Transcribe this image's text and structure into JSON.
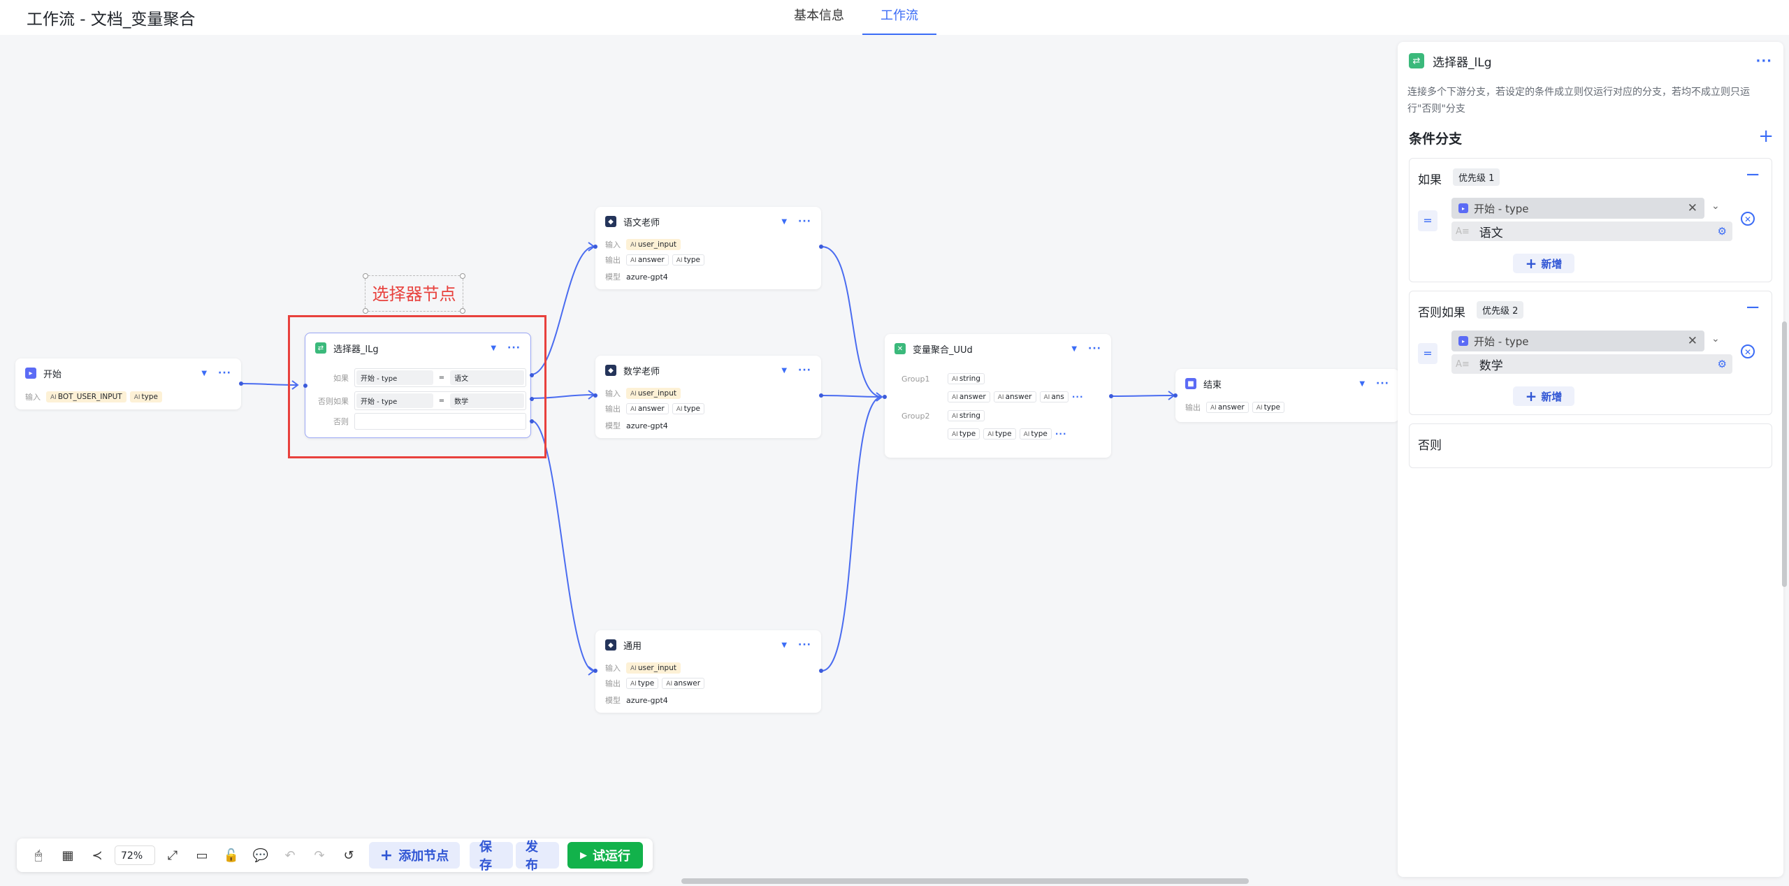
{
  "header": {
    "title": "工作流 - 文档_变量聚合",
    "tabs": [
      {
        "label": "基本信息",
        "active": false
      },
      {
        "label": "工作流",
        "active": true
      }
    ]
  },
  "annotation": {
    "text": "选择器节点",
    "color": "#e8413d"
  },
  "nodes": {
    "start": {
      "title": "开始",
      "input_label": "输入",
      "inputs": [
        "BOT_USER_INPUT",
        "type"
      ]
    },
    "selector": {
      "title": "选择器_lLg",
      "if_label": "如果",
      "if_var": "开始 - type",
      "if_op": "=",
      "if_val": "语文",
      "elif_label": "否则如果",
      "elif_var": "开始 - type",
      "elif_op": "=",
      "elif_val": "数学",
      "else_label": "否则"
    },
    "chinese": {
      "title": "语文老师",
      "input_label": "输入",
      "input": "user_input",
      "output_label": "输出",
      "outputs": [
        "answer",
        "type"
      ],
      "model_label": "模型",
      "model": "azure-gpt4"
    },
    "math": {
      "title": "数学老师",
      "input_label": "输入",
      "input": "user_input",
      "output_label": "输出",
      "outputs": [
        "answer",
        "type"
      ],
      "model_label": "模型",
      "model": "azure-gpt4"
    },
    "general": {
      "title": "通用",
      "input_label": "输入",
      "input": "user_input",
      "output_label": "输出",
      "outputs": [
        "type",
        "answer"
      ],
      "model_label": "模型",
      "model": "azure-gpt4"
    },
    "aggregate": {
      "title": "变量聚合_UUd",
      "group1": "Group1",
      "group1_type": "string",
      "group1_vars": [
        "answer",
        "answer",
        "ans"
      ],
      "group2": "Group2",
      "group2_type": "string",
      "group2_vars": [
        "type",
        "type",
        "type"
      ]
    },
    "end": {
      "title": "结束",
      "output_label": "输出",
      "outputs": [
        "answer",
        "type"
      ]
    }
  },
  "panel": {
    "title": "选择器_lLg",
    "description": "连接多个下游分支，若设定的条件成立则仅运行对应的分支，若均不成立则只运行\"否则\"分支",
    "section": "条件分支",
    "branches": [
      {
        "label": "如果",
        "priority": "优先级 1",
        "op": "=",
        "var": "开始 - type",
        "value": "语文",
        "add": "新增"
      },
      {
        "label": "否则如果",
        "priority": "优先级 2",
        "op": "=",
        "var": "开始 - type",
        "value": "数学",
        "add": "新增"
      }
    ],
    "else_label": "否则"
  },
  "toolbar": {
    "zoom": "72%",
    "add_node": "添加节点",
    "save": "保存",
    "publish": "发布",
    "trial_run": "试运行"
  },
  "colors": {
    "accent": "#3b6cf6",
    "run": "#12b24b",
    "highlight": "#e8413d"
  }
}
